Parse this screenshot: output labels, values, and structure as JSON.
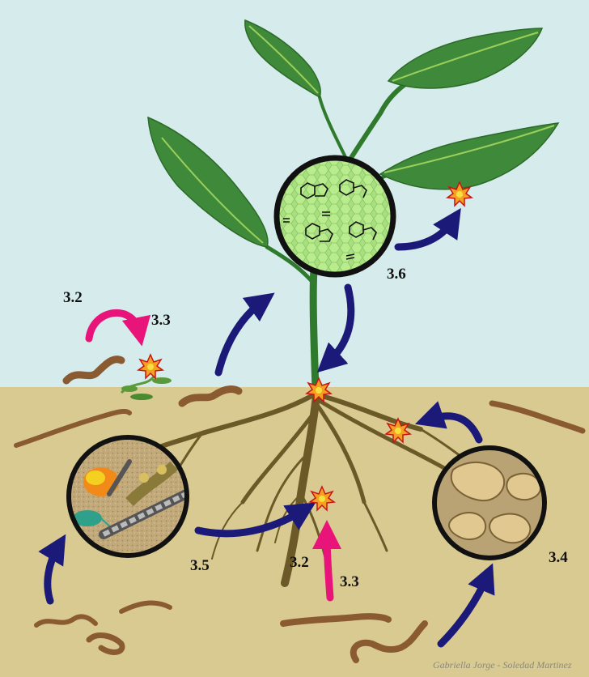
{
  "labels": {
    "top_left_3_2": "3.2",
    "top_left_3_3": "3.3",
    "leaf_3_6": "3.6",
    "soil_3_5": "3.5",
    "center_3_2": "3.2",
    "center_3_3": "3.3",
    "soil_3_4": "3.4"
  },
  "credit": "Gabriella Jorge - Soledad Martinez",
  "colors": {
    "sky": "#d6ecec",
    "soil": "#d9ca92",
    "leaf": "#3f8a3a",
    "stem": "#2f7a2c",
    "root": "#6b5a28",
    "worm": "#8a5a30",
    "arrow_blue": "#1b1a78",
    "arrow_pink": "#e8147a",
    "burst": "#f4a020"
  },
  "icons": {
    "microbe_lens": "bacteria-microscope-icon",
    "aggregate_lens": "soil-aggregate-icon",
    "cell_lens": "plant-cell-molecules-icon",
    "burst": "starburst-icon"
  }
}
